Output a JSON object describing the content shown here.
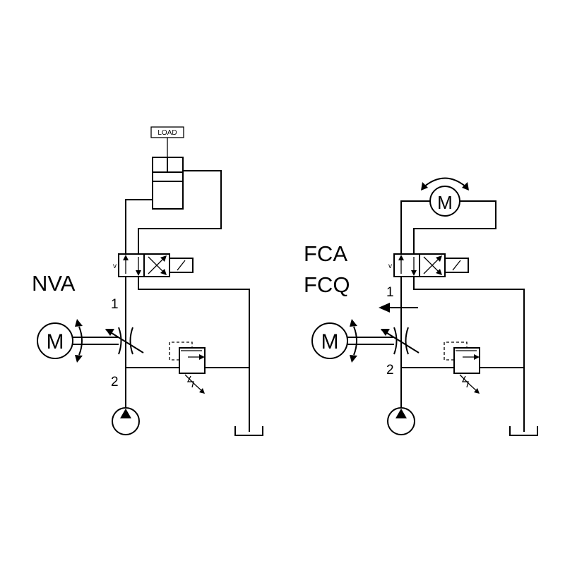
{
  "left_circuit": {
    "label": "NVA",
    "load_label": "LOAD",
    "port_1": "1",
    "port_2": "2",
    "motor_letter": "M"
  },
  "right_circuit": {
    "label_line1": "FCA",
    "label_line2": "FCQ",
    "port_1": "1",
    "port_2": "2",
    "motor_letter": "M",
    "load_motor_letter": "M"
  },
  "colors": {
    "line": "#000000",
    "background": "#ffffff"
  }
}
